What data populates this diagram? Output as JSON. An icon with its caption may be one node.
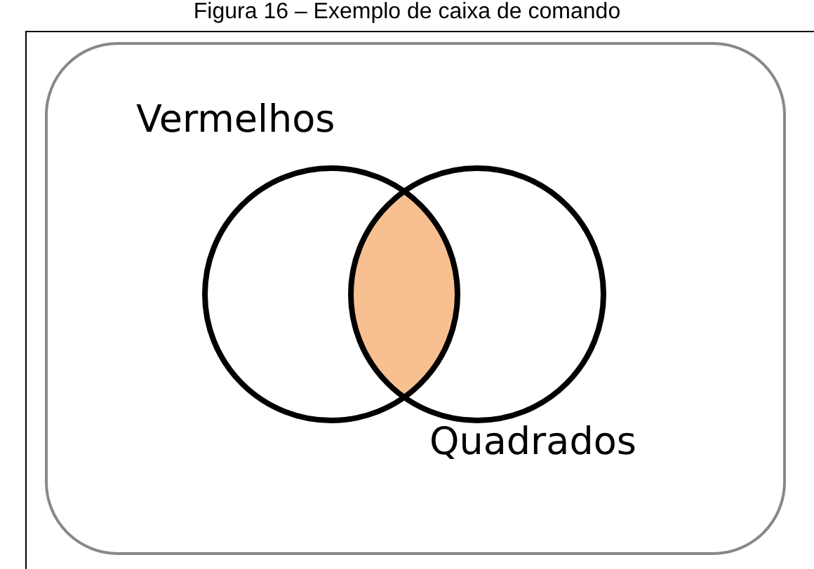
{
  "diagram": {
    "title": "Figura 16 – Exemplo de caixa de comando",
    "nodes": [
      {
        "text": [],
        "shape": "box"
      },
      {
        "text": [
          "Vermelhos"
        ],
        "in": 0
      },
      {
        "text": [
          "Quadrados"
        ],
        "in": 0
      }
    ],
    "edges": []
  }
}
